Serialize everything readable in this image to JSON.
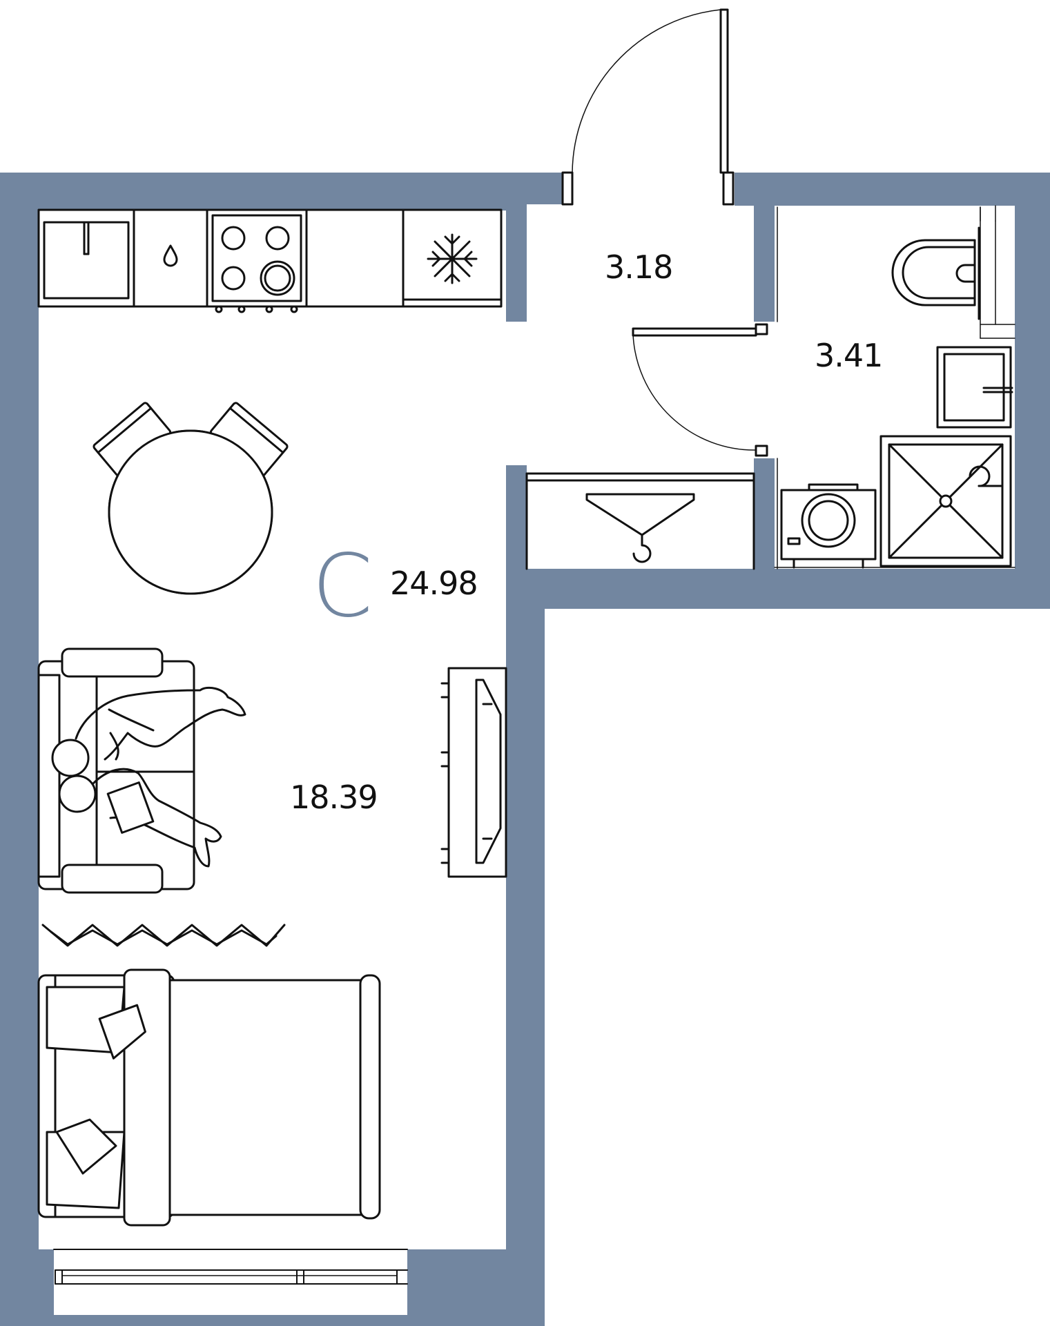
{
  "plan": {
    "apartment_type": "С",
    "total_area": "24.98",
    "rooms": {
      "hall": "3.18",
      "bathroom": "3.41",
      "living": "18.39"
    }
  },
  "colors": {
    "wall": "#7286a0",
    "line": "#111111",
    "background": "#ffffff"
  },
  "icons": [
    "sink-icon",
    "water-drop-icon",
    "stove-icon",
    "fridge-snowflake-icon",
    "dining-table-icon",
    "sofa-with-people-icon",
    "tv-icon",
    "rug-icon",
    "bed-icon",
    "wardrobe-hanger-icon",
    "toilet-icon",
    "washbasin-icon",
    "washing-machine-icon",
    "shower-icon",
    "entrance-door-icon",
    "bathroom-door-icon",
    "window-icon"
  ]
}
